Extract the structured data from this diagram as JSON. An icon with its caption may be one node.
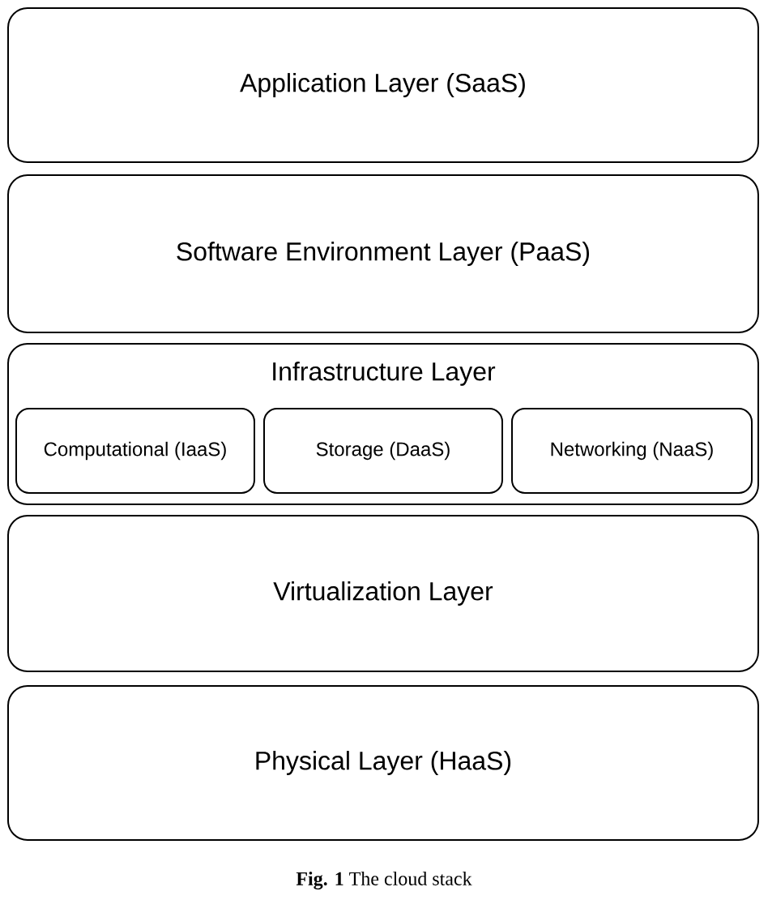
{
  "diagram": {
    "caption": "**Fig. 1** The cloud stack",
    "nodes": [
      {
        "text": [
          "Application Layer (SaaS)"
        ]
      },
      {
        "text": [
          "Software Environment Layer (PaaS)"
        ]
      },
      {
        "text": [
          "Infrastructure Layer"
        ]
      },
      {
        "text": [
          "Computational (IaaS)"
        ],
        "in": 2
      },
      {
        "text": [
          "Storage (DaaS)"
        ],
        "in": 2
      },
      {
        "text": [
          "Networking (NaaS)"
        ],
        "in": 2
      },
      {
        "text": [
          "Virtualization Layer"
        ]
      },
      {
        "text": [
          "Physical Layer (HaaS)"
        ]
      }
    ]
  }
}
